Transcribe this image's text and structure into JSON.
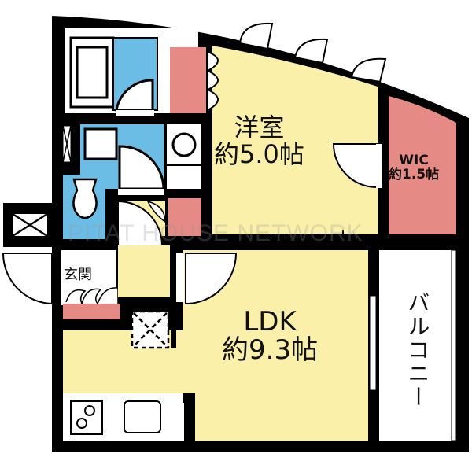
{
  "floor_plan": {
    "colors": {
      "wall": "#000000",
      "living": "#faf0aa",
      "wet_area": "#6bbde6",
      "storage": "#e58a85",
      "outdoor": "#ffffff"
    },
    "rooms": {
      "western_room": {
        "name": "洋室",
        "size": "約5.0帖"
      },
      "wic": {
        "name": "WIC",
        "size": "約1.5帖"
      },
      "ldk": {
        "name": "LDK",
        "size": "約9.3帖"
      },
      "entrance": {
        "name": "玄関"
      },
      "balcony": {
        "name": "バルコニー"
      }
    },
    "watermark": "PITAT HOUSE NETWORK"
  }
}
